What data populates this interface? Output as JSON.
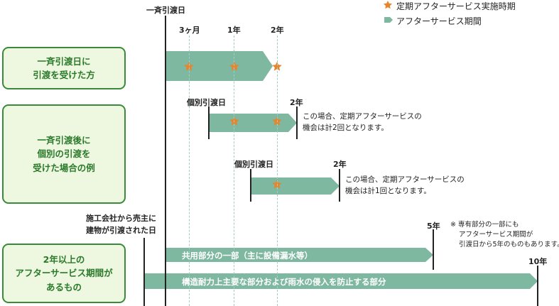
{
  "legend": {
    "star_label": "定期アフターサービス実施時期",
    "arrow_label": "アフターサービス期間"
  },
  "header": {
    "handover_day": "一斉引渡日",
    "m3": "3ヶ月",
    "y1": "1年",
    "y2": "2年"
  },
  "rows": {
    "row1": {
      "label": [
        "一斉引渡日に",
        "引渡を受けた方"
      ]
    },
    "row2": {
      "label": [
        "一斉引渡後に",
        "個別の引渡を",
        "受けた場合の例"
      ],
      "case_a": {
        "start": "個別引渡日",
        "end": "2年",
        "note": [
          "この場合、定期アフターサービスの",
          "機会は計2回となります。"
        ]
      },
      "case_b": {
        "start": "個別引渡日",
        "end": "2年",
        "note": [
          "この場合、定期アフターサービスの",
          "機会は計1回となります。"
        ]
      }
    },
    "row3": {
      "label": [
        "2年以上の",
        "アフターサービス期間が",
        "あるもの"
      ],
      "builder_note": [
        "施工会社から売主に",
        "建物が引渡された日"
      ],
      "bar1": {
        "text": "共用部分の一部（主に設備漏水等）",
        "end": "5年"
      },
      "bar2": {
        "text": "構造耐力上主要な部分および雨水の侵入を防止する部分",
        "end": "10年"
      },
      "footnote": [
        "※ 専有部分の一部にも",
        "アフターサービス期間が",
        "引渡日から5年のものもあります。"
      ]
    }
  },
  "colors": {
    "arrow": "#7fb8a0",
    "star": "#e8842c",
    "label_border": "#3a8a3a",
    "label_bg": "#eef7df",
    "label_text": "#2b7a2b"
  }
}
